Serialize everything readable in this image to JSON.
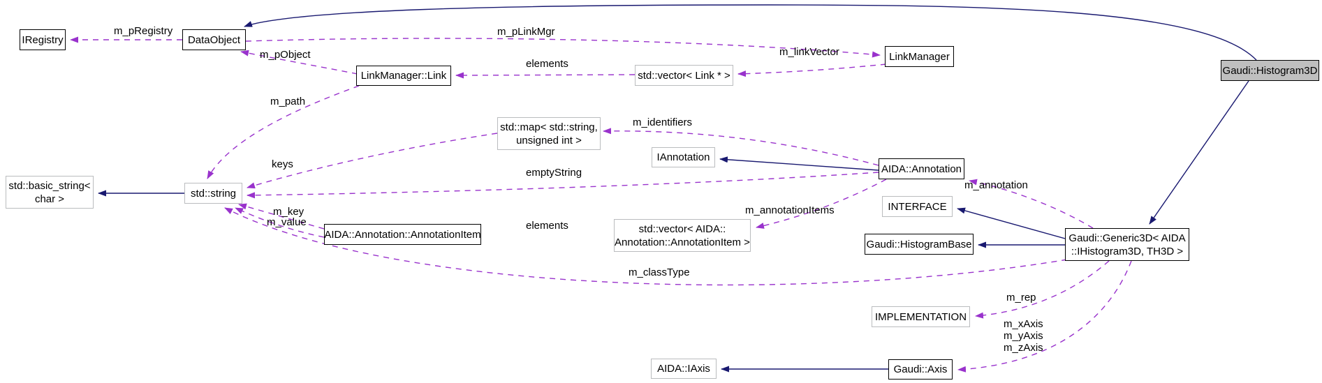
{
  "diagram": {
    "kind": "doxygen-collaboration-diagram",
    "focus_class": "Gaudi::Histogram3D",
    "colors": {
      "inheritance_edge": "#191970",
      "usage_edge": "#9932cc",
      "highlight_fill": "#bfbfbf",
      "strong_border": "#000000",
      "weak_border": "#babcbe",
      "background": "#ffffff"
    },
    "nodes": {
      "iregistry": {
        "label": "IRegistry"
      },
      "dataobject": {
        "label": "DataObject"
      },
      "linkmanager_link": {
        "label": "LinkManager::Link"
      },
      "vector_link": {
        "label": "std::vector< Link * >"
      },
      "linkmanager": {
        "label": "LinkManager"
      },
      "histogram3d": {
        "label": "Gaudi::Histogram3D"
      },
      "stdmap": {
        "lines": [
          "std::map< std::string,",
          "unsigned int >"
        ]
      },
      "iannotation": {
        "label": "IAnnotation"
      },
      "annotation": {
        "label": "AIDA::Annotation"
      },
      "basic_string": {
        "lines": [
          "std::basic_string<",
          "char >"
        ]
      },
      "stdstring": {
        "label": "std::string"
      },
      "interface": {
        "label": "INTERFACE"
      },
      "annotationitem": {
        "label": "AIDA::Annotation::AnnotationItem"
      },
      "vector_annotationitem": {
        "lines": [
          "std::vector< AIDA::",
          "Annotation::AnnotationItem >"
        ]
      },
      "histogrambase": {
        "label": "Gaudi::HistogramBase"
      },
      "generic3d": {
        "lines": [
          "Gaudi::Generic3D< AIDA",
          "::IHistogram3D, TH3D >"
        ]
      },
      "implementation": {
        "label": "IMPLEMENTATION"
      },
      "iaxis": {
        "label": "AIDA::IAxis"
      },
      "gaudiaxis": {
        "label": "Gaudi::Axis"
      }
    },
    "edge_labels": {
      "m_pRegistry": "m_pRegistry",
      "m_pLinkMgr": "m_pLinkMgr",
      "m_pObject": "m_pObject",
      "elements_top": "elements",
      "m_linkVector": "m_linkVector",
      "m_path": "m_path",
      "m_identifiers": "m_identifiers",
      "keys": "keys",
      "emptyString": "emptyString",
      "m_key": "m_key",
      "m_value": "m_value",
      "elements_bottom": "elements",
      "m_annotationItems": "m_annotationItems",
      "m_annotation": "m_annotation",
      "m_classType": "m_classType",
      "m_rep": "m_rep",
      "m_xAxis": "m_xAxis",
      "m_yAxis": "m_yAxis",
      "m_zAxis": "m_zAxis"
    },
    "edges": [
      {
        "from": "DataObject",
        "to": "IRegistry",
        "label": "m_pRegistry",
        "type": "usage"
      },
      {
        "from": "DataObject",
        "to": "LinkManager",
        "label": "m_pLinkMgr",
        "type": "usage"
      },
      {
        "from": "LinkManager",
        "to": "std::vector< Link * >",
        "label": "m_linkVector",
        "type": "usage"
      },
      {
        "from": "std::vector< Link * >",
        "to": "LinkManager::Link",
        "label": "elements",
        "type": "usage"
      },
      {
        "from": "LinkManager::Link",
        "to": "DataObject",
        "label": "m_pObject",
        "type": "usage"
      },
      {
        "from": "LinkManager::Link",
        "to": "std::string",
        "label": "m_path",
        "type": "usage"
      },
      {
        "from": "AIDA::Annotation",
        "to": "IAnnotation",
        "type": "inheritance"
      },
      {
        "from": "AIDA::Annotation",
        "to": "std::map< std::string, unsigned int >",
        "label": "m_identifiers",
        "type": "usage"
      },
      {
        "from": "AIDA::Annotation",
        "to": "std::string",
        "label": "emptyString",
        "type": "usage"
      },
      {
        "from": "AIDA::Annotation",
        "to": "std::vector< AIDA::Annotation::AnnotationItem >",
        "label": "m_annotationItems",
        "type": "usage"
      },
      {
        "from": "std::map< std::string, unsigned int >",
        "to": "std::string",
        "label": "keys",
        "type": "usage"
      },
      {
        "from": "std::string",
        "to": "std::basic_string< char >",
        "type": "inheritance"
      },
      {
        "from": "AIDA::Annotation::AnnotationItem",
        "to": "std::string",
        "label": "m_key, m_value",
        "type": "usage"
      },
      {
        "from": "std::vector< AIDA::Annotation::AnnotationItem >",
        "to": "AIDA::Annotation::AnnotationItem",
        "label": "elements",
        "type": "usage"
      },
      {
        "from": "Gaudi::Generic3D< AIDA::IHistogram3D, TH3D >",
        "to": "AIDA::Annotation",
        "label": "m_annotation",
        "type": "usage"
      },
      {
        "from": "Gaudi::Generic3D< AIDA::IHistogram3D, TH3D >",
        "to": "INTERFACE",
        "type": "inheritance"
      },
      {
        "from": "Gaudi::Generic3D< AIDA::IHistogram3D, TH3D >",
        "to": "Gaudi::HistogramBase",
        "type": "inheritance"
      },
      {
        "from": "Gaudi::Generic3D< AIDA::IHistogram3D, TH3D >",
        "to": "std::string",
        "label": "m_classType",
        "type": "usage"
      },
      {
        "from": "Gaudi::Generic3D< AIDA::IHistogram3D, TH3D >",
        "to": "IMPLEMENTATION",
        "label": "m_rep",
        "type": "usage"
      },
      {
        "from": "Gaudi::Generic3D< AIDA::IHistogram3D, TH3D >",
        "to": "Gaudi::Axis",
        "label": "m_xAxis, m_yAxis, m_zAxis",
        "type": "usage"
      },
      {
        "from": "Gaudi::Histogram3D",
        "to": "Gaudi::Generic3D< AIDA::IHistogram3D, TH3D >",
        "type": "inheritance"
      },
      {
        "from": "Gaudi::Histogram3D",
        "to": "DataObject",
        "type": "inheritance"
      },
      {
        "from": "Gaudi::Axis",
        "to": "AIDA::IAxis",
        "type": "inheritance"
      }
    ]
  }
}
